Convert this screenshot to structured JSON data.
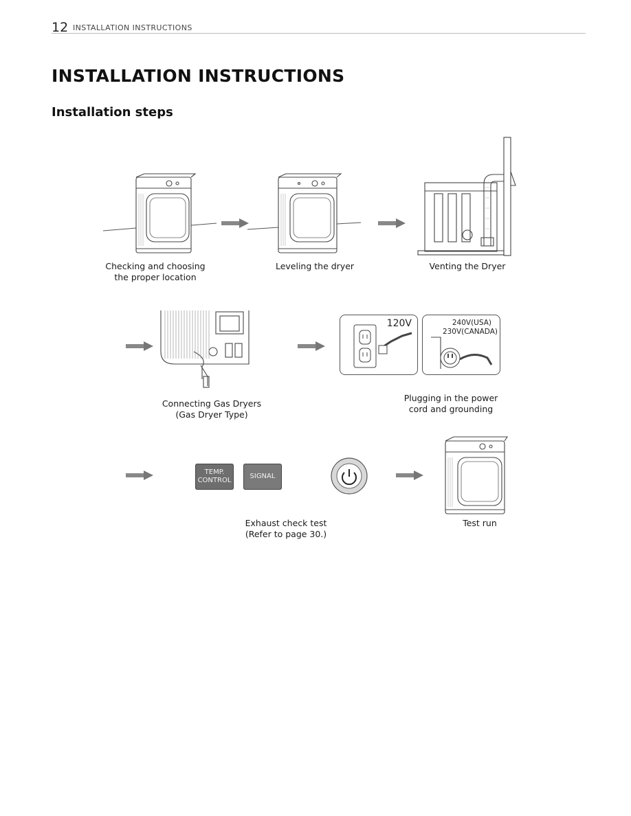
{
  "header": {
    "page_number": "12",
    "section": "INSTALLATION INSTRUCTIONS"
  },
  "title": "INSTALLATION INSTRUCTIONS",
  "subtitle": "Installation steps",
  "steps": [
    {
      "line1": "Checking and choosing",
      "line2": "the proper location"
    },
    {
      "line1": "Leveling the dryer"
    },
    {
      "line1": "Venting the Dryer"
    },
    {
      "line1": "Connecting Gas Dryers",
      "line2": "(Gas Dryer Type)"
    },
    {
      "line1": "Plugging in the power",
      "line2": "cord and grounding"
    },
    {
      "line1": "Exhaust check test",
      "line2": "(Refer to page 30.)"
    },
    {
      "line1": "Test run"
    }
  ],
  "labels": {
    "volt_120": "120V",
    "volt_240_usa": "240V(USA)",
    "volt_230_canada": "230V(CANADA)",
    "btn_temp_line1": "TEMP.",
    "btn_temp_line2": "CONTROL",
    "btn_signal": "SIGNAL"
  },
  "icons": [
    "arrow-right-icon",
    "power-icon",
    "outlet-icon",
    "plug-icon",
    "dryer-icon"
  ]
}
